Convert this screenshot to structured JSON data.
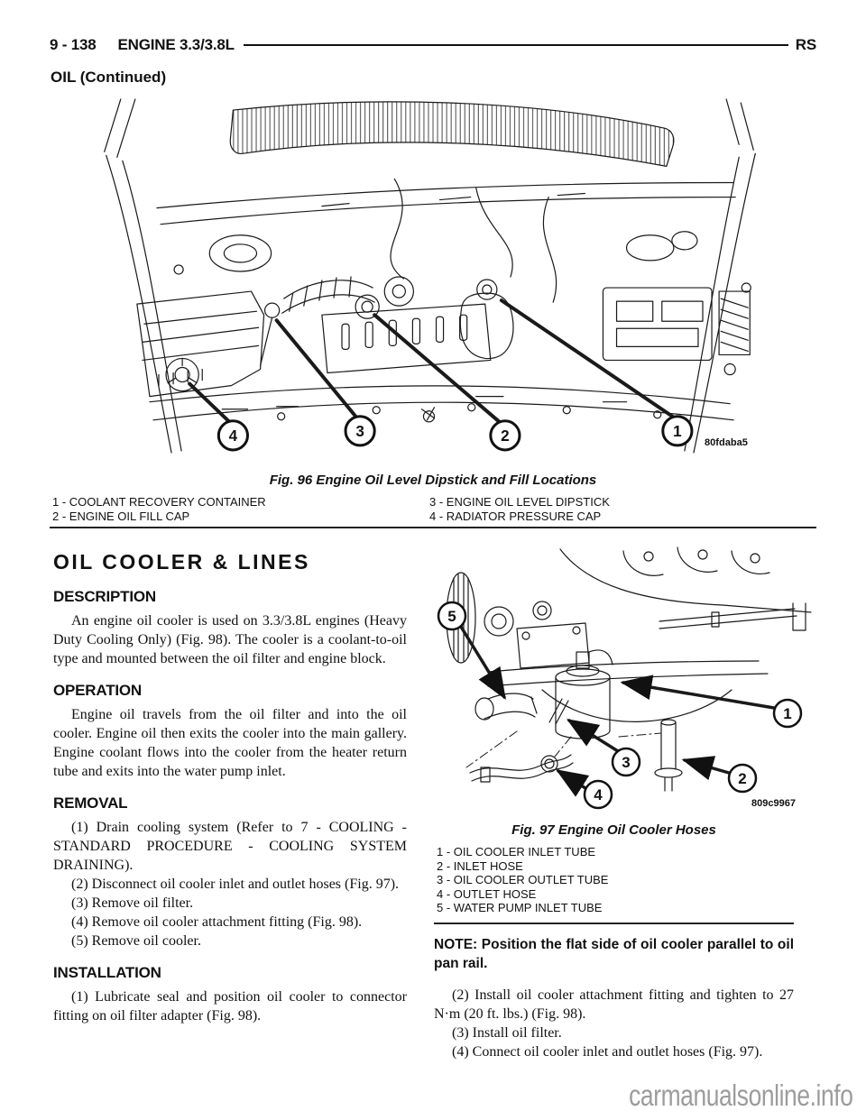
{
  "header": {
    "page_number": "9 - 138",
    "section": "ENGINE 3.3/3.8L",
    "model": "RS",
    "subtitle": "OIL (Continued)"
  },
  "figure96": {
    "caption": "Fig. 96 Engine Oil Level Dipstick and Fill Locations",
    "image_code": "80fdaba5",
    "callouts": [
      "1",
      "2",
      "3",
      "4"
    ],
    "legend_col1": [
      "1 - COOLANT RECOVERY CONTAINER",
      "2 - ENGINE OIL FILL CAP"
    ],
    "legend_col2": [
      "3 - ENGINE OIL LEVEL DIPSTICK",
      "4 - RADIATOR PRESSURE CAP"
    ]
  },
  "article": {
    "title": "OIL COOLER & LINES",
    "description": {
      "heading": "DESCRIPTION",
      "body": "An engine oil cooler is used on 3.3/3.8L engines (Heavy Duty Cooling Only) (Fig. 98). The cooler is a coolant-to-oil type and mounted between the oil filter and engine block."
    },
    "operation": {
      "heading": "OPERATION",
      "body": "Engine oil travels from the oil filter and into the oil cooler. Engine oil then exits the cooler into the main gallery. Engine coolant flows into the cooler from the heater return tube and exits into the water pump inlet."
    },
    "removal": {
      "heading": "REMOVAL",
      "steps": [
        "(1) Drain cooling system (Refer to 7 - COOLING - STANDARD PROCEDURE - COOLING SYSTEM DRAINING).",
        "(2) Disconnect oil cooler inlet and outlet hoses (Fig. 97).",
        "(3) Remove oil filter.",
        "(4) Remove oil cooler attachment fitting (Fig. 98).",
        "(5) Remove oil cooler."
      ]
    },
    "installation": {
      "heading": "INSTALLATION",
      "steps": [
        "(1) Lubricate seal and position oil cooler to connector fitting on oil filter adapter (Fig. 98)."
      ]
    }
  },
  "figure97": {
    "caption": "Fig. 97 Engine Oil Cooler Hoses",
    "image_code": "809c9967",
    "callouts": [
      "1",
      "2",
      "3",
      "4",
      "5"
    ],
    "legend": [
      "1 - OIL COOLER INLET TUBE",
      "2 - INLET HOSE",
      "3 - OIL COOLER OUTLET TUBE",
      "4 - OUTLET HOSE",
      "5 - WATER PUMP INLET TUBE"
    ]
  },
  "installation_continued": {
    "note": "NOTE: Position the flat side of oil cooler parallel to oil pan rail.",
    "steps": [
      "(2) Install oil cooler attachment fitting and tighten to 27 N·m (20 ft. lbs.) (Fig. 98).",
      "(3) Install oil filter.",
      "(4) Connect oil cooler inlet and outlet hoses (Fig. 97)."
    ]
  },
  "watermark": "carmanualsonline.info",
  "colors": {
    "ink": "#111111",
    "rule": "#222222",
    "watermark": "#9c9c9c"
  }
}
